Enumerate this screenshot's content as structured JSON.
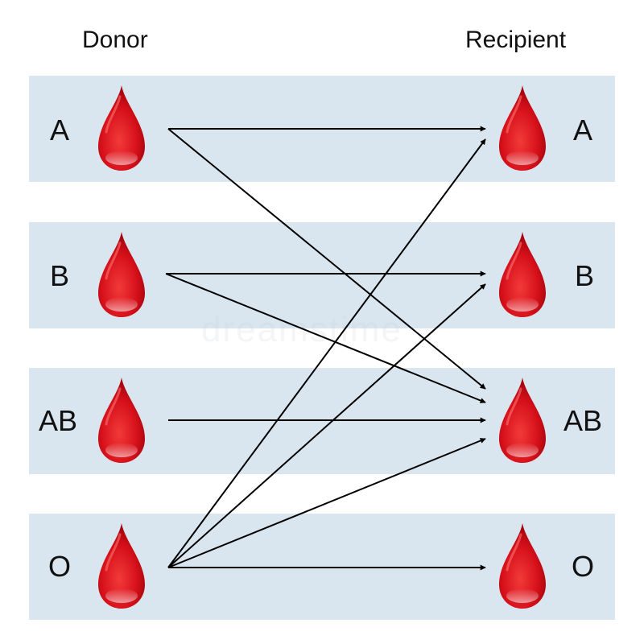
{
  "headers": {
    "donor": "Donor",
    "recipient": "Recipient"
  },
  "rows": [
    {
      "type": "A"
    },
    {
      "type": "B"
    },
    {
      "type": "AB"
    },
    {
      "type": "O"
    }
  ],
  "connections": [
    {
      "from": "A",
      "to": "A"
    },
    {
      "from": "A",
      "to": "AB"
    },
    {
      "from": "B",
      "to": "B"
    },
    {
      "from": "B",
      "to": "AB"
    },
    {
      "from": "AB",
      "to": "AB"
    },
    {
      "from": "O",
      "to": "A"
    },
    {
      "from": "O",
      "to": "B"
    },
    {
      "from": "O",
      "to": "AB"
    },
    {
      "from": "O",
      "to": "O"
    }
  ],
  "watermark": "dreamstime",
  "colors": {
    "band": "#dae6ef",
    "drop": "#d9101a",
    "arrow": "#000000"
  },
  "icons": {
    "drop": "blood-drop-icon"
  }
}
